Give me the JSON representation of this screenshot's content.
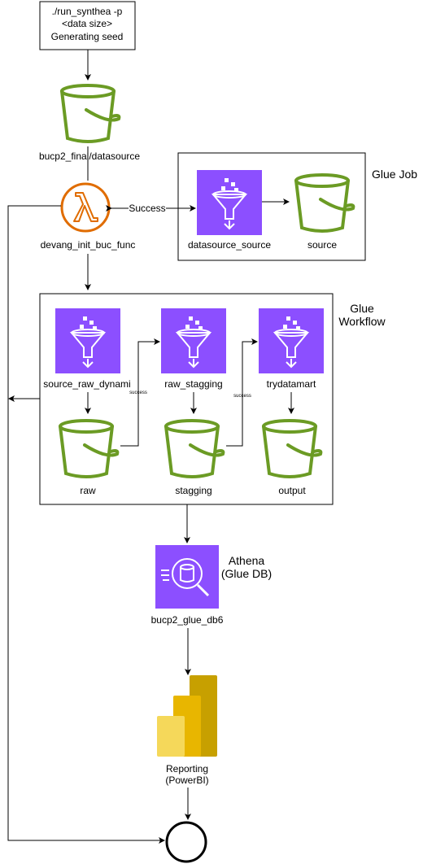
{
  "start_box": {
    "line1": "./run_synthea -p",
    "line2": "<data size>",
    "line3": "Generating seed"
  },
  "datasource_bucket": {
    "label": "bucp2_final/datasource",
    "icon": "s3-bucket-icon"
  },
  "lambda": {
    "label": "devang_init_buc_func",
    "icon": "lambda-icon"
  },
  "glue_job": {
    "title": "Glue Job",
    "success_label": "Success",
    "job": {
      "label": "datasource_source",
      "icon": "glue-job-icon"
    },
    "bucket": {
      "label": "source",
      "icon": "s3-bucket-icon"
    }
  },
  "glue_workflow": {
    "title_line1": "Glue",
    "title_line2": "Workflow",
    "success_label": "success",
    "jobs": [
      {
        "label": "source_raw_dynami"
      },
      {
        "label": "raw_stagging"
      },
      {
        "label": "trydatamart"
      }
    ],
    "buckets": [
      {
        "label": "raw"
      },
      {
        "label": "stagging"
      },
      {
        "label": "output"
      }
    ]
  },
  "athena": {
    "label": "bucp2_glue_db6",
    "title_line1": "Athena",
    "title_line2": "(Glue DB)",
    "icon": "athena-icon"
  },
  "powerbi": {
    "label_line1": "Reporting",
    "label_line2": "(PowerBI)",
    "icon": "powerbi-icon",
    "colors": {
      "dark": "#c7a000",
      "mid": "#e8b600",
      "light": "#f5d85a"
    }
  },
  "end_node": {
    "icon": "end-circle-icon"
  },
  "colors": {
    "glue": "#8c4fff",
    "bucket": "#6b9b24",
    "lambda": "#e06c00"
  }
}
